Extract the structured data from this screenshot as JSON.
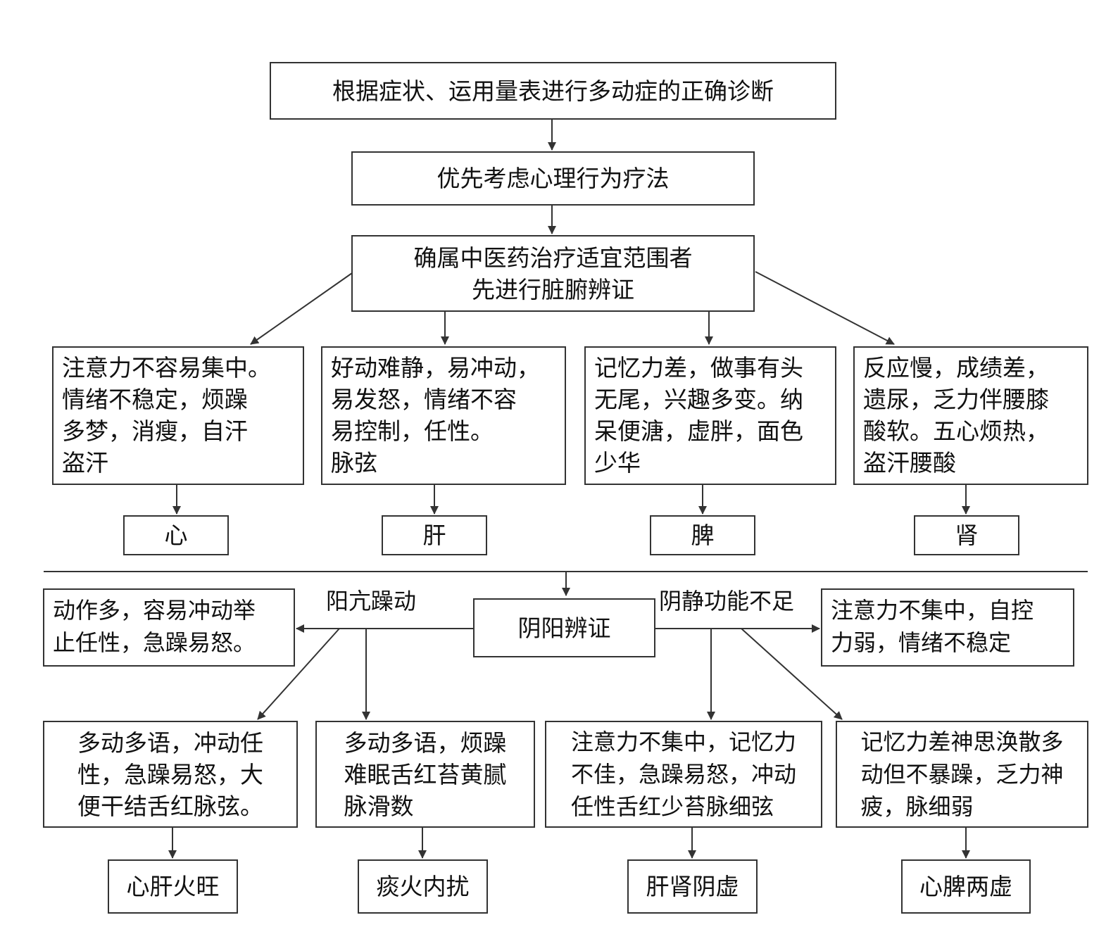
{
  "title": "根据症状、运用量表进行多动症的正确诊断",
  "step2": "优先考虑心理行为疗法",
  "step3": "确属中医药治疗适宜范围者\n先进行脏腑辨证",
  "organs": [
    {
      "symptoms": "注意力不容易集中。\n情绪不稳定，烦躁\n多梦，消瘦，自汗\n盗汗",
      "organ": "心"
    },
    {
      "symptoms": "好动难静，易冲动，\n易发怒，情绪不容\n易控制，任性。\n脉弦",
      "organ": "肝"
    },
    {
      "symptoms": "记忆力差，做事有头\n无尾，兴趣多变。纳\n呆便溏，虚胖，面色\n少华",
      "organ": "脾"
    },
    {
      "symptoms": "反应慢，成绩差，\n遗尿，乏力伴腰膝\n酸软。五心烦热，\n盗汗腰酸",
      "organ": "肾"
    }
  ],
  "yinyang": {
    "center": "阴阳辨证",
    "yang_label": "阳亢躁动",
    "yin_label": "阴静功能不足",
    "yang_desc": "动作多，容易冲动举\n止任性，急躁易怒。",
    "yin_desc": "注意力不集中，自控\n力弱，情绪不稳定"
  },
  "syndromes": [
    {
      "symptoms": "多动多语，冲动任\n性，急躁易怒，大\n便干结舌红脉弦。",
      "name": "心肝火旺"
    },
    {
      "symptoms": "多动多语，烦躁\n难眠舌红苔黄腻\n脉滑数",
      "name": "痰火内扰"
    },
    {
      "symptoms": "注意力不集中，记忆力\n不佳，急躁易怒，冲动\n任性舌红少苔脉细弦",
      "name": "肝肾阴虚"
    },
    {
      "symptoms": "记忆力差神思涣散多\n动但不暴躁，乏力神\n疲，脉细弱",
      "name": "心脾两虚"
    }
  ],
  "colors": {
    "line": "#333333",
    "text": "#111111",
    "background": "#ffffff"
  }
}
